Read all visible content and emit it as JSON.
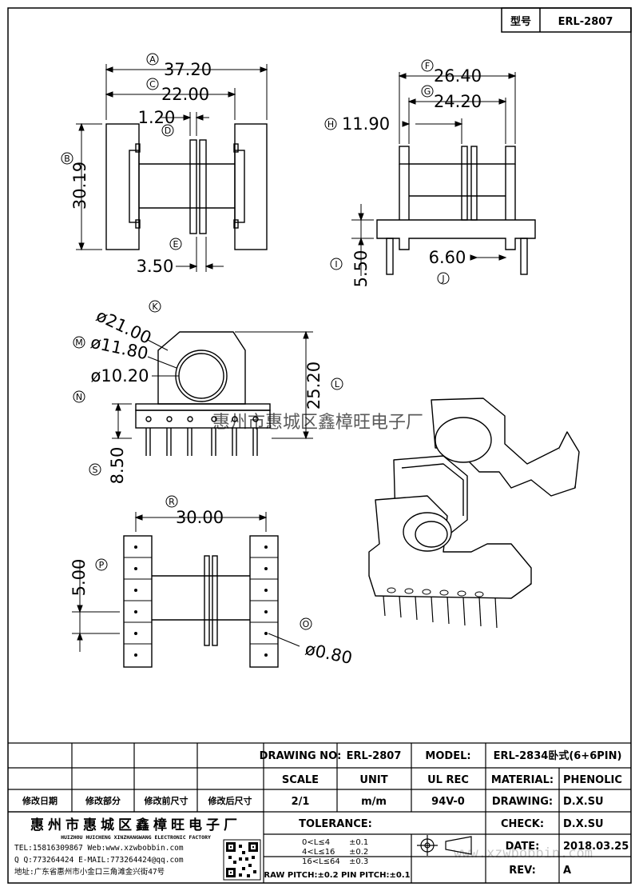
{
  "header": {
    "type_label": "型号",
    "type_value": "ERL-2807"
  },
  "dims": {
    "A": {
      "letter": "A",
      "value": "37.20"
    },
    "B": {
      "letter": "B",
      "value": "30.19"
    },
    "C": {
      "letter": "C",
      "value": "22.00"
    },
    "D": {
      "letter": "D",
      "value": "1.20"
    },
    "E": {
      "letter": "E",
      "value": "3.50"
    },
    "F": {
      "letter": "F",
      "value": "26.40"
    },
    "G": {
      "letter": "G",
      "value": "24.20"
    },
    "H": {
      "letter": "H",
      "value": "11.90"
    },
    "I": {
      "letter": "I",
      "value": "5.50"
    },
    "J": {
      "letter": "J",
      "value": "6.60"
    },
    "K": {
      "letter": "K",
      "value": "ø21.00"
    },
    "L": {
      "letter": "L",
      "value": "25.20"
    },
    "M": {
      "letter": "M",
      "value": "ø11.80"
    },
    "N": {
      "letter": "N",
      "value": "ø10.20"
    },
    "O": {
      "letter": "O",
      "value": "ø0.80"
    },
    "P": {
      "letter": "P",
      "value": "5.00"
    },
    "R": {
      "letter": "R",
      "value": "30.00"
    },
    "S": {
      "letter": "S",
      "value": "8.50"
    }
  },
  "watermark": "惠州市惠城区鑫樟旺电子厂",
  "title_block": {
    "drawing_no_label": "DRAWING NO:",
    "drawing_no": "ERL-2807",
    "model_label": "MODEL:",
    "model": "ERL-2834卧式(6+6PIN)",
    "scale_label": "SCALE",
    "unit_label": "UNIT",
    "ul_rec_label": "UL REC",
    "material_label": "MATERIAL:",
    "material": "PHENOLIC",
    "scale": "2/1",
    "unit": "m/m",
    "ul_rec": "94V-0",
    "drawing_label": "DRAWING:",
    "drawing": "D.X.SU",
    "check_label": "CHECK:",
    "check": "D.X.SU",
    "date_label": "DATE:",
    "date": "2018.03.25",
    "rev_label": "REV:",
    "rev": "A",
    "rev_cols": [
      "修改日期",
      "修改部分",
      "修改前尺寸",
      "修改后尺寸"
    ],
    "tolerance_label": "TOLERANCE:",
    "tolerances": [
      {
        "range": "0<L≤4",
        "tol": "±0.1"
      },
      {
        "range": "4<L≤16",
        "tol": "±0.2"
      },
      {
        "range": "16<L≤64",
        "tol": "±0.3"
      }
    ],
    "pitch_note": "RAW PITCH:±0.2 PIN PITCH:±0.1",
    "company_cn": "惠州市惠城区鑫樟旺电子厂",
    "company_en": "HUIZHOU HUICHENG XINZHANGWANG ELECTRONIC FACTORY",
    "tel_line": "TEL:15816309867 Web:www.xzwbobbin.com",
    "qq_line": "Q Q:773264424 E-MAIL:773264424@qq.com",
    "addr_line": "地址:广东省惠州市小金口三角滩金兴街47号",
    "site_watermark": "www.xzwbobbin.com"
  }
}
